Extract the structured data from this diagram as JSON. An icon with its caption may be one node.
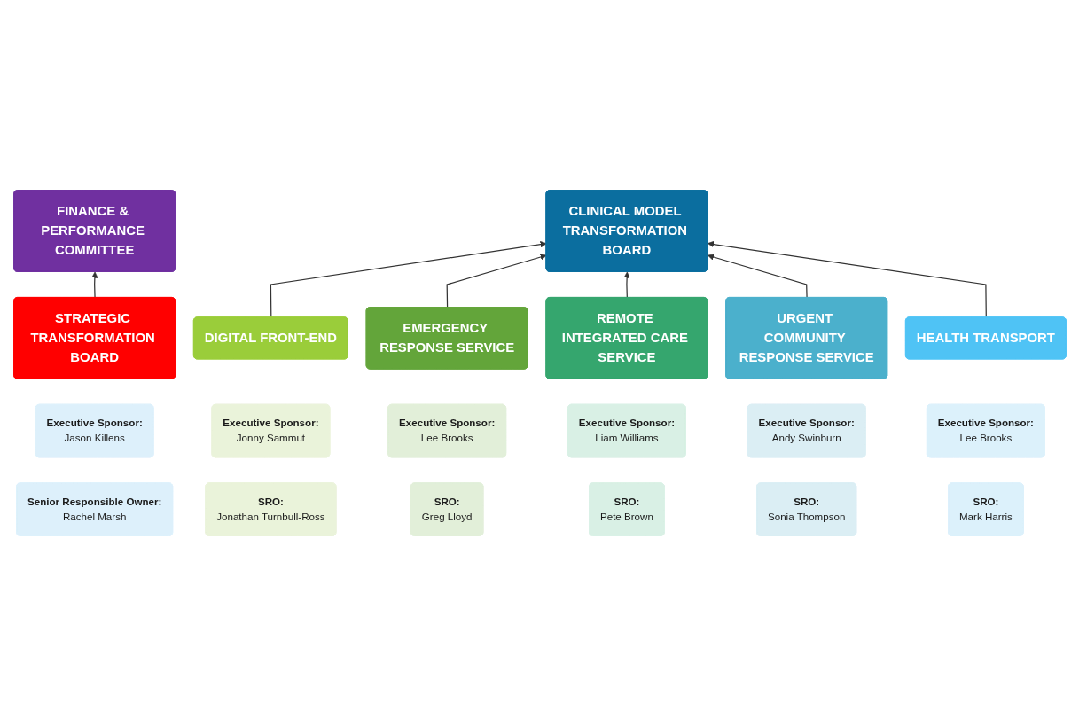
{
  "diagram": {
    "nodes": [
      {
        "text": [
          "FINANCE & PERFORMANCE COMMITTEE"
        ]
      },
      {
        "text": [
          "STRATEGIC TRANSFORMATION BOARD"
        ]
      },
      {
        "text": [
          "Executive Sponsor:",
          "Jason Killens"
        ]
      },
      {
        "text": [
          "Senior Responsible Owner:",
          "Rachel Marsh"
        ]
      },
      {
        "text": [
          "CLINICAL MODEL TRANSFORMATION BOARD"
        ]
      },
      {
        "text": [
          "DIGITAL FRONT-END"
        ]
      },
      {
        "text": [
          "EMERGENCY RESPONSE SERVICE"
        ]
      },
      {
        "text": [
          "REMOTE INTEGRATED CARE SERVICE"
        ]
      },
      {
        "text": [
          "URGENT COMMUNITY RESPONSE SERVICE"
        ]
      },
      {
        "text": [
          "HEALTH TRANSPORT"
        ]
      },
      {
        "text": [
          "Executive Sponsor:",
          "Jonny Sammut"
        ]
      },
      {
        "text": [
          "Executive Sponsor:",
          "Lee Brooks"
        ]
      },
      {
        "text": [
          "Executive Sponsor:",
          "Liam Williams"
        ]
      },
      {
        "text": [
          "Executive Sponsor:",
          "Andy Swinburn"
        ]
      },
      {
        "text": [
          "Executive Sponsor:",
          "Lee Brooks"
        ]
      },
      {
        "text": [
          "SRO:",
          "Jonathan Turnbull-Ross"
        ]
      },
      {
        "text": [
          "SRO:",
          "Greg Lloyd"
        ]
      },
      {
        "text": [
          "SRO:",
          "Pete Brown"
        ]
      },
      {
        "text": [
          "SRO:",
          "Sonia Thompson"
        ]
      },
      {
        "text": [
          "SRO:",
          "Mark Harris"
        ]
      }
    ],
    "edges": [
      {
        "from": 1,
        "to": 0,
        "arrow": "to"
      },
      {
        "from": 5,
        "to": 4,
        "arrow": "to"
      },
      {
        "from": 6,
        "to": 4,
        "arrow": "to"
      },
      {
        "from": 7,
        "to": 4,
        "arrow": "to"
      },
      {
        "from": 8,
        "to": 4,
        "arrow": "to"
      },
      {
        "from": 9,
        "to": 4,
        "arrow": "to"
      }
    ]
  }
}
